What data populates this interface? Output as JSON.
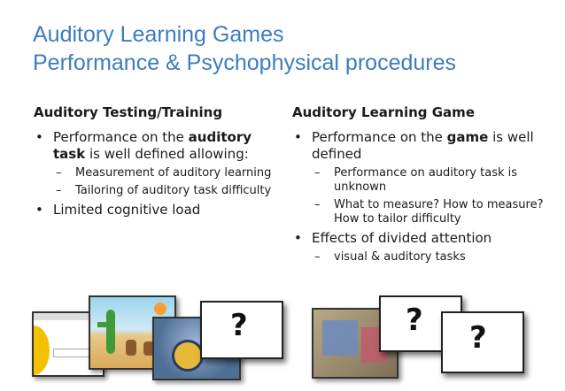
{
  "slide": {
    "title": "Auditory Learning Games",
    "subtitle": "Performance & Psychophysical procedures"
  },
  "left": {
    "heading": "Auditory Testing/Training",
    "bullet1_pre": "Performance on the ",
    "bullet1_bold": "auditory task",
    "bullet1_post": " is well defined allowing:",
    "sub1": "Measurement of auditory learning",
    "sub2": "Tailoring of auditory task difficulty",
    "bullet2": "Limited cognitive load"
  },
  "right": {
    "heading": "Auditory Learning Game",
    "bullet1_pre": "Performance on the ",
    "bullet1_bold": "game",
    "bullet1_post": " is well defined",
    "sub1": "Performance on auditory task is unknown",
    "sub2": "What to measure? How to measure? How to tailor difficulty",
    "bullet2": "Effects of divided attention",
    "sub3": "visual & auditory tasks"
  },
  "thumbs": {
    "qmark": "?"
  },
  "colors": {
    "title": "#3d7cbf",
    "text": "#1a1a1a"
  }
}
